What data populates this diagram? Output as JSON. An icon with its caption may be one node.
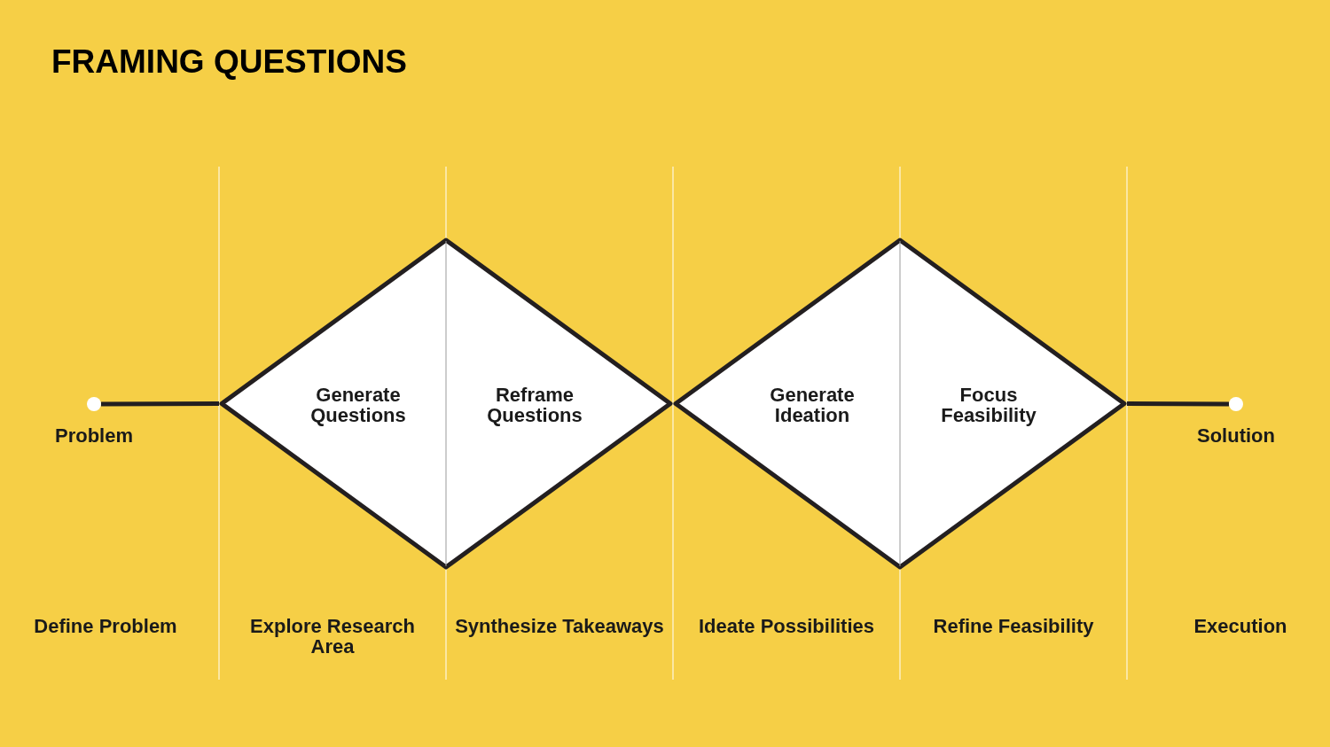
{
  "diagram": {
    "title": "FRAMING QUESTIONS",
    "nodes": [
      {
        "text": [],
        "shape": "circle",
        "beside": [
          "Problem"
        ]
      },
      {
        "text": [
          "Generate Questions",
          "Reframe Questions"
        ]
      },
      {
        "text": [
          "Generate Ideation",
          "Focus Feasibility"
        ]
      },
      {
        "text": [],
        "shape": "circle",
        "beside": [
          "Solution"
        ]
      }
    ],
    "edges": [
      {
        "from": 0,
        "to": 1,
        "arrow": "none"
      },
      {
        "from": 2,
        "to": 3,
        "arrow": "none"
      }
    ],
    "labels": [
      "Define Problem",
      "Explore Research Area",
      "Synthesize Takeaways",
      "Ideate Possibilities",
      "Refine Feasibility",
      "Execution"
    ]
  }
}
